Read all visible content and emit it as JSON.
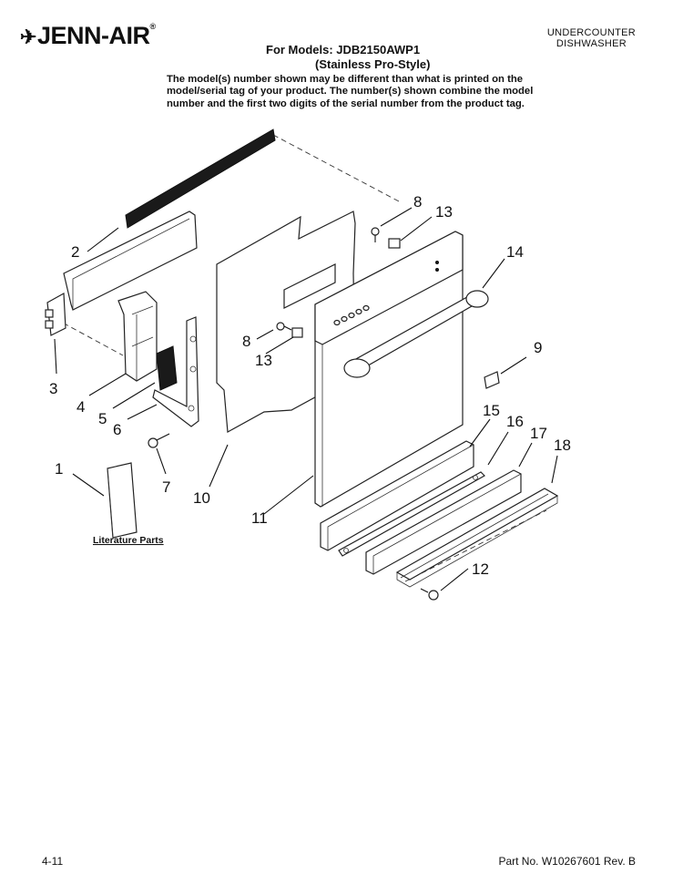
{
  "header": {
    "brand": "JENN-AIR",
    "category_line1": "UNDERCOUNTER",
    "category_line2": "DISHWASHER",
    "models_line": "For Models: JDB2150AWP1",
    "variant_line": "(Stainless Pro-Style)",
    "note_line1": "The model(s) number shown may be different than what is printed on the",
    "note_line2": "model/serial tag of your product. The number(s) shown combine the model",
    "note_line3": "number and the first two digits of the serial number from the product tag."
  },
  "diagram": {
    "callouts": {
      "c1": "1",
      "c2": "2",
      "c3": "3",
      "c4": "4",
      "c5": "5",
      "c6": "6",
      "c7": "7",
      "c8a": "8",
      "c8b": "8",
      "c9": "9",
      "c10": "10",
      "c11": "11",
      "c12": "12",
      "c13a": "13",
      "c13b": "13",
      "c14": "14",
      "c15": "15",
      "c16": "16",
      "c17": "17",
      "c18": "18"
    },
    "literature_label": "Literature Parts"
  },
  "footer": {
    "page": "4-11",
    "part_no": "Part No. W10267601 Rev. B"
  }
}
